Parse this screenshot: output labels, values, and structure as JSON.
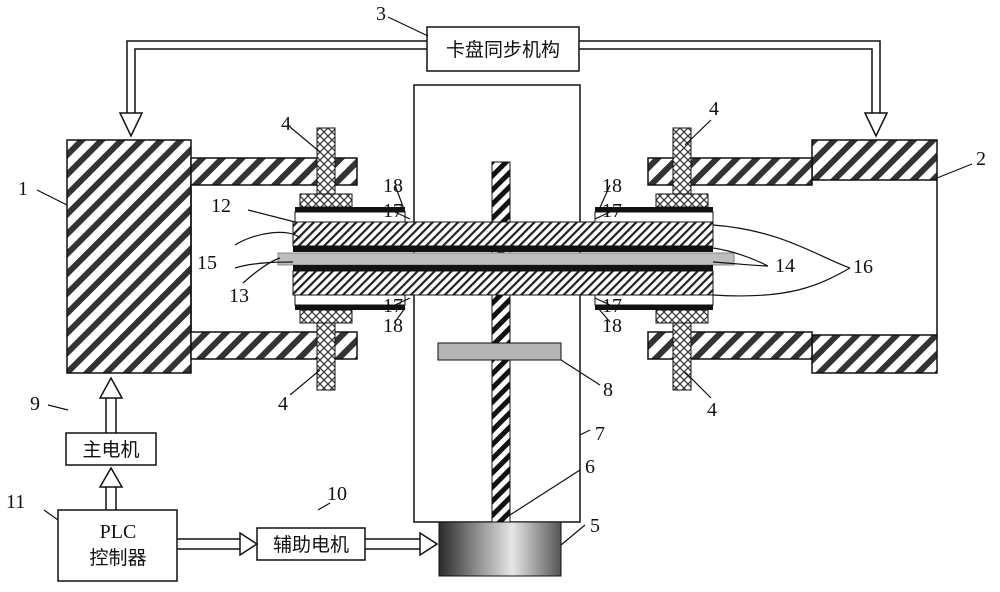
{
  "boxes": {
    "chuck_sync": "卡盘同步机构",
    "main_motor": "主电机",
    "plc_line1": "PLC",
    "plc_line2": "控制器",
    "aux_motor": "辅助电机"
  },
  "labels": {
    "n1": "1",
    "n2": "2",
    "n3": "3",
    "n4a": "4",
    "n4b": "4",
    "n4c": "4",
    "n4d": "4",
    "n5": "5",
    "n6": "6",
    "n7": "7",
    "n8": "8",
    "n9": "9",
    "n10": "10",
    "n11": "11",
    "n12": "12",
    "n13": "13",
    "n14": "14",
    "n15": "15",
    "n16": "16",
    "n17a": "17",
    "n17b": "17",
    "n17c": "17",
    "n17d": "17",
    "n18a": "18",
    "n18b": "18",
    "n18c": "18",
    "n18d": "18"
  },
  "colors": {
    "line": "#111111",
    "hatch": "#333333",
    "rod": "#bfbfbf",
    "dark_band": "#111111"
  }
}
